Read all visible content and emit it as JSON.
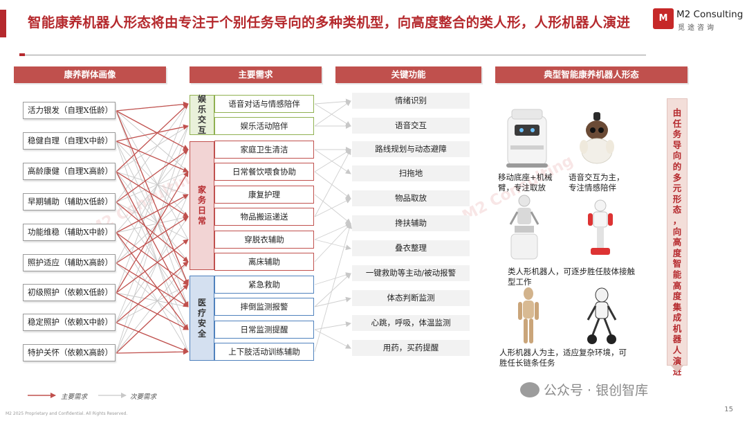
{
  "header": {
    "title": "智能康养机器人形态将由专注于个别任务导向的多种类机型，向高度整合的类人形，人形机器人演进",
    "logo_name": "M2 Consulting",
    "logo_sub": "觅途咨询",
    "logo_mark": "M"
  },
  "columns": {
    "persona": "康养群体画像",
    "needs": "主要需求",
    "functions": "关键功能",
    "robots": "典型智能康养机器人形态"
  },
  "personas": [
    "活力银发（自理X低龄）",
    "稳健自理（自理X中龄）",
    "高龄康健（自理X高龄）",
    "早期辅助（辅助X低龄）",
    "功能维稳（辅助X中龄）",
    "照护适应（辅助X高龄）",
    "初级照护（依赖X低龄）",
    "稳定照护（依赖X中龄）",
    "特护关怀（依赖X高龄）"
  ],
  "need_groups": [
    {
      "label": "娱乐交互",
      "needs": [
        "语音对话与情感陪伴",
        "娱乐活动陪伴"
      ]
    },
    {
      "label": "家务日常",
      "needs": [
        "家庭卫生清洁",
        "日常餐饮喂食协助",
        "康复护理",
        "物品搬运递送",
        "穿脱衣辅助",
        "离床辅助"
      ]
    },
    {
      "label": "医疗安全",
      "needs": [
        "紧急救助",
        "摔倒监测报警",
        "日常监测提醒",
        "上下肢活动训练辅助"
      ]
    }
  ],
  "functions": [
    "情绪识别",
    "语音交互",
    "路线规划与动态避障",
    "扫拖地",
    "物品取放",
    "搀扶辅助",
    "叠衣整理",
    "一键救助等主动/被动报警",
    "体态判断监测",
    "心跳，呼吸，体温监测",
    "用药，买药提醒"
  ],
  "robots": {
    "caption_mobile_arm": "移动底座+机械臂，专注取放",
    "caption_companion": "语音交互为主，专注情感陪伴",
    "caption_humanoid_like": "类人形机器人，可逐步胜任肢体接触型工作",
    "caption_humanoid": "人形机器人为主，适应复杂环境，可胜任长链条任务"
  },
  "side_text": "由任务导向的多元形态，向高度智能高度集成机器人演进",
  "legend": {
    "primary": "主要需求",
    "secondary": "次要需求"
  },
  "footer": "M2 2025 Proprietary and Confidential. All Rights Reserved.",
  "page_number": "15",
  "wechat": "公众号 · 银创智库",
  "watermark": "M2 Consulting",
  "colors": {
    "accent": "#b5292d",
    "primary_arrow": "#c0504d",
    "secondary_arrow": "#c8c8c8"
  }
}
